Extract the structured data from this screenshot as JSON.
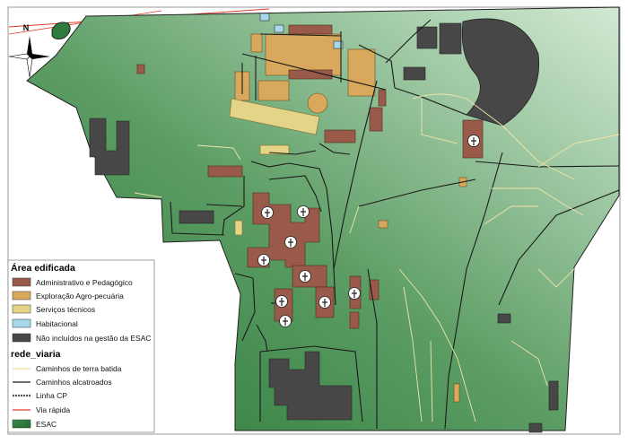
{
  "north_label": "N",
  "legend": {
    "area_title": "Área edificada",
    "area_items": [
      {
        "label": "Administrativo e Pedagógico",
        "color": "#9a5a4a"
      },
      {
        "label": "Exploração Agro-pecuária",
        "color": "#d8a85c"
      },
      {
        "label": "Serviços técnicos",
        "color": "#e4d488"
      },
      {
        "label": "Habitacional",
        "color": "#a8d8ec"
      },
      {
        "label": "Não incluídos na gestão da ESAC",
        "color": "#474747"
      }
    ],
    "road_title": "rede_viaria",
    "road_items": [
      {
        "label": "Caminhos de terra batida",
        "color": "#f1e6a8"
      },
      {
        "label": "Caminhos alcatroados",
        "color": "#1a1a1a"
      },
      {
        "label": "Linha CP",
        "color": "#555555"
      },
      {
        "label": "Via rápida",
        "color": "#e03a2a"
      },
      {
        "label": "ESAC",
        "color": "#2e7a3c"
      }
    ]
  }
}
